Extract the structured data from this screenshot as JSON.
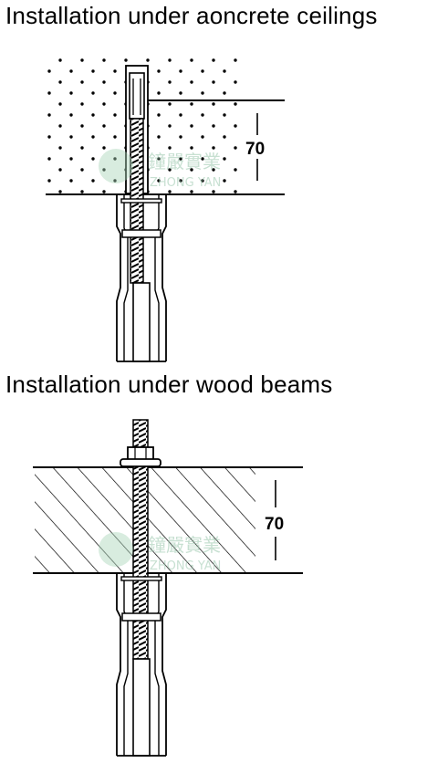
{
  "sections": [
    {
      "title": "Installation under aoncrete ceilings",
      "dimension": "70"
    },
    {
      "title": "Installation under wood beams",
      "dimension": "70"
    }
  ],
  "watermark": {
    "cn": "鐘嚴實業",
    "en": "ZHONG YAN"
  }
}
